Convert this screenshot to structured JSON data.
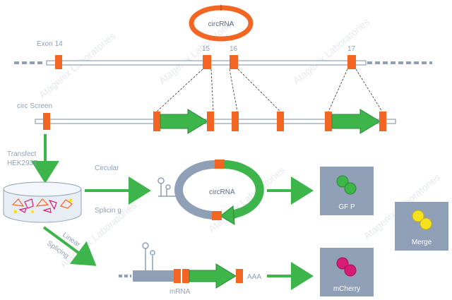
{
  "top_circ_label": "circRNA",
  "labels": {
    "exon14": "Exon 14",
    "exon15": "15",
    "exon16": "16",
    "exon17": "17",
    "circ_screen": "circ Screen",
    "transfect_line1": "Transfect",
    "transfect_line2": "HEK293T",
    "circular": "Circular",
    "splicing_circ": "Splicin g",
    "linear": "Linear",
    "splicing_lin": "Splicing",
    "mid_circ": "circRNA",
    "mrna": "mRNA",
    "aaa": "AAA",
    "gfp": "GF P",
    "merge": "Merge",
    "mcherry": "mCherry"
  },
  "colors": {
    "exon": "#f26522",
    "exon_stroke": "#c94f10",
    "line": "#8fa0b6",
    "green": "#3db54a",
    "green_dark": "#2a8a34",
    "panel": "#8fa0b6",
    "gfp_dot": "#3db54a",
    "merge_dot": "#f5e11c",
    "mcherry_dot": "#d81b73",
    "watermark": "#e3e7ee"
  },
  "watermark": "Atagenix Laboratories"
}
